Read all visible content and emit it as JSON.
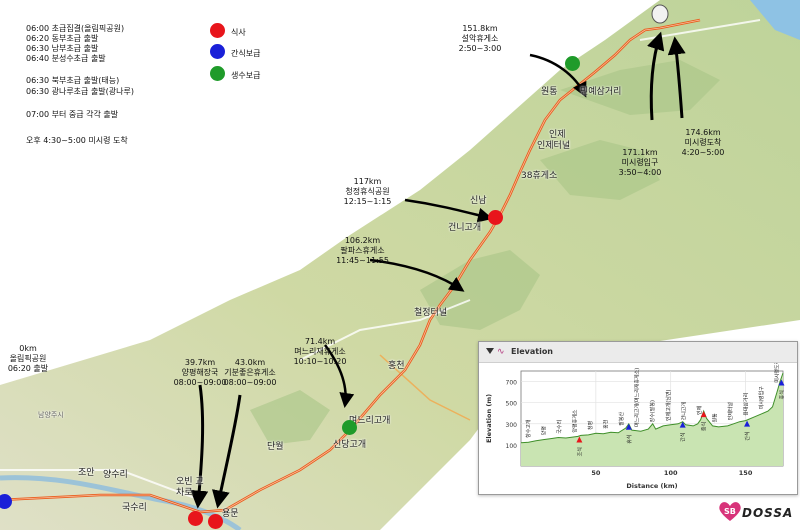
{
  "schedule": {
    "lines": [
      "06:00 초급집결(올림픽공원)",
      "06:20 동부초급 출발",
      "06:30 남부초급 출발",
      "06:40 분성수초급 출발",
      "06:30 북부초급 출발(태능)",
      "06:30 광나루초급 출발(광나루)",
      "07:00 부터 중급 각각 출발",
      "오후 4:30~5:00 미시령 도착"
    ]
  },
  "legend": [
    {
      "label": "식사",
      "color": "#e8151b"
    },
    {
      "label": "간식보급",
      "color": "#1a20d8"
    },
    {
      "label": "생수보급",
      "color": "#1f9b2a"
    }
  ],
  "checkpoints": [
    {
      "id": "cp-start",
      "km": "0km",
      "name": "올림픽공원",
      "time": "06:20 출발"
    },
    {
      "id": "cp-yangpyeong",
      "km": "39.7km",
      "name": "양평해장국",
      "time": "08:00~09:00"
    },
    {
      "id": "cp-gibun",
      "km": "43.0km",
      "name": "기분좋은휴게소",
      "time": "08:00~09:00"
    },
    {
      "id": "cp-myeoneuri",
      "km": "71.4km",
      "name": "며느리재휴게소",
      "time": "10:10~10:20"
    },
    {
      "id": "cp-palpaseu",
      "km": "106.2km",
      "name": "팔파스휴게소",
      "time": "11:45~11:55"
    },
    {
      "id": "cp-cheongjeong",
      "km": "117km",
      "name": "청정휴식공원",
      "time": "12:15~1:15"
    },
    {
      "id": "cp-seorak",
      "km": "151.8km",
      "name": "설악휴게소",
      "time": "2:50~3:00"
    },
    {
      "id": "cp-misiryeong-entrance",
      "km": "171.1km",
      "name": "미시령입구",
      "time": "3:50~4:00"
    },
    {
      "id": "cp-misiryeong-arrival",
      "km": "174.6km",
      "name": "미시령도착",
      "time": "4:20~5:00"
    }
  ],
  "towns": [
    "민예삼거리",
    "원통",
    "인제",
    "인제터널",
    "38휴게소",
    "신남",
    "건니고개",
    "철정터널",
    "홍천",
    "며느리고개",
    "신당고개",
    "단월",
    "용문",
    "오빈 교차로",
    "국수리",
    "양수리",
    "조안",
    "남양주시"
  ],
  "elevation": {
    "title": "Elevation",
    "ylabel": "Elevation (m)",
    "xlabel": "Distance (km)",
    "yticks": [
      "700",
      "500",
      "300",
      "100"
    ],
    "xticks": [
      "50",
      "100",
      "150"
    ],
    "xlim": [
      0,
      175
    ],
    "ylim": [
      -100,
      800
    ],
    "profile": [
      [
        0,
        120
      ],
      [
        5,
        125
      ],
      [
        10,
        140
      ],
      [
        15,
        150
      ],
      [
        20,
        160
      ],
      [
        25,
        170
      ],
      [
        30,
        165
      ],
      [
        35,
        175
      ],
      [
        38,
        180
      ],
      [
        40,
        190
      ],
      [
        45,
        195
      ],
      [
        50,
        210
      ],
      [
        55,
        205
      ],
      [
        60,
        220
      ],
      [
        65,
        215
      ],
      [
        70,
        260
      ],
      [
        72,
        300
      ],
      [
        74,
        240
      ],
      [
        80,
        230
      ],
      [
        85,
        250
      ],
      [
        88,
        300
      ],
      [
        90,
        250
      ],
      [
        95,
        280
      ],
      [
        100,
        290
      ],
      [
        105,
        300
      ],
      [
        108,
        320
      ],
      [
        110,
        290
      ],
      [
        115,
        280
      ],
      [
        118,
        300
      ],
      [
        120,
        340
      ],
      [
        122,
        420
      ],
      [
        124,
        350
      ],
      [
        128,
        280
      ],
      [
        132,
        270
      ],
      [
        138,
        280
      ],
      [
        142,
        300
      ],
      [
        146,
        320
      ],
      [
        150,
        330
      ],
      [
        155,
        360
      ],
      [
        160,
        390
      ],
      [
        165,
        420
      ],
      [
        168,
        460
      ],
      [
        171,
        600
      ],
      [
        173,
        700
      ],
      [
        175,
        780
      ]
    ],
    "annotations": [
      "향수고개",
      "양평",
      "국수리",
      "양평휴게소",
      "청평",
      "홍천",
      "팔봉산",
      "며느리고개(며느리재휴게소)",
      "장수(팔봉)",
      "인제고개(남면)",
      "건니고개",
      "인제",
      "원통",
      "인제터널",
      "용대삼거리",
      "미시령입구",
      "미시령도착"
    ],
    "markers": [
      {
        "km": 39,
        "elev": 180,
        "type": "meal"
      },
      {
        "km": 72,
        "elev": 300,
        "type": "snack"
      },
      {
        "km": 108,
        "elev": 320,
        "type": "snack"
      },
      {
        "km": 122,
        "elev": 420,
        "type": "meal"
      },
      {
        "km": 151,
        "elev": 330,
        "type": "snack"
      },
      {
        "km": 174,
        "elev": 720,
        "type": "snack"
      }
    ],
    "marker_labels": [
      "조식",
      "휴식",
      "간식",
      "중식",
      "간식",
      "휴식"
    ],
    "colors": {
      "fill": "#c9e4b2",
      "line": "#3f8f2a",
      "meal": "#e8151b",
      "snack": "#1a20d8"
    }
  },
  "logo": {
    "text": "DOSSA"
  }
}
